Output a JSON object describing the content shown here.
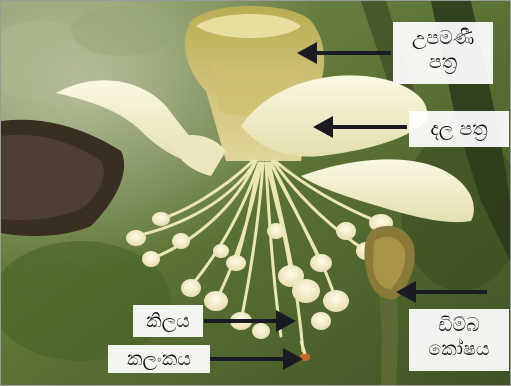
{
  "labels": {
    "sepal_line1": "උපමණී",
    "sepal_line2": "පත්‍ර",
    "petal": "දල පත්‍ර",
    "stamen": "කිලය",
    "anther": "කලංකය",
    "ovary_line1": "ඩිම්බ",
    "ovary_line2": "කෝෂය"
  },
  "colors": {
    "arrow": "#1a1a24",
    "petal": "#f3efc9",
    "sepal": "#cdbf6a",
    "filament": "#eee9b6",
    "anther_tip": "#c76a28",
    "background_leaf": "#4f6a2d"
  },
  "icons": [
    "arrow-left-icon"
  ]
}
